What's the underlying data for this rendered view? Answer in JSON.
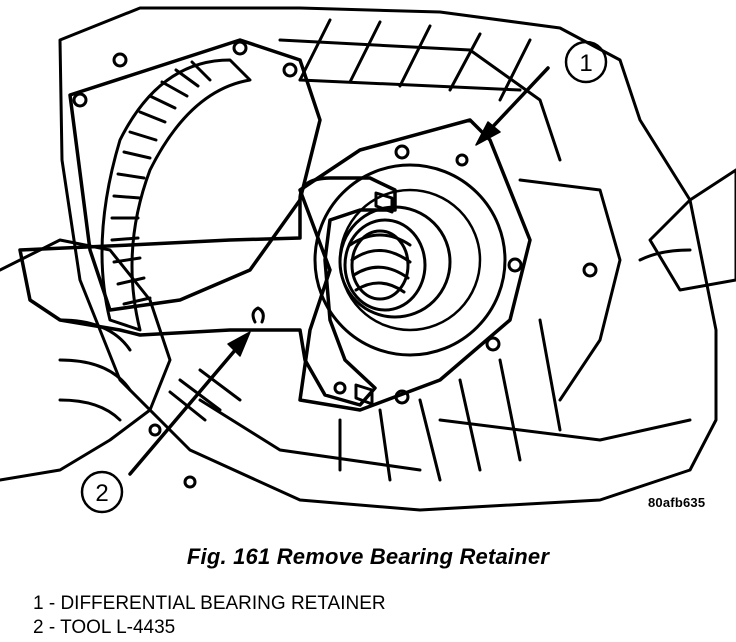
{
  "figure": {
    "code": "80afb635",
    "callouts": [
      "1",
      "2"
    ],
    "caption": "Fig. 161 Remove Bearing Retainer"
  },
  "legend": {
    "items": [
      "1 - DIFFERENTIAL BEARING RETAINER",
      "2 - TOOL L-4435"
    ]
  }
}
